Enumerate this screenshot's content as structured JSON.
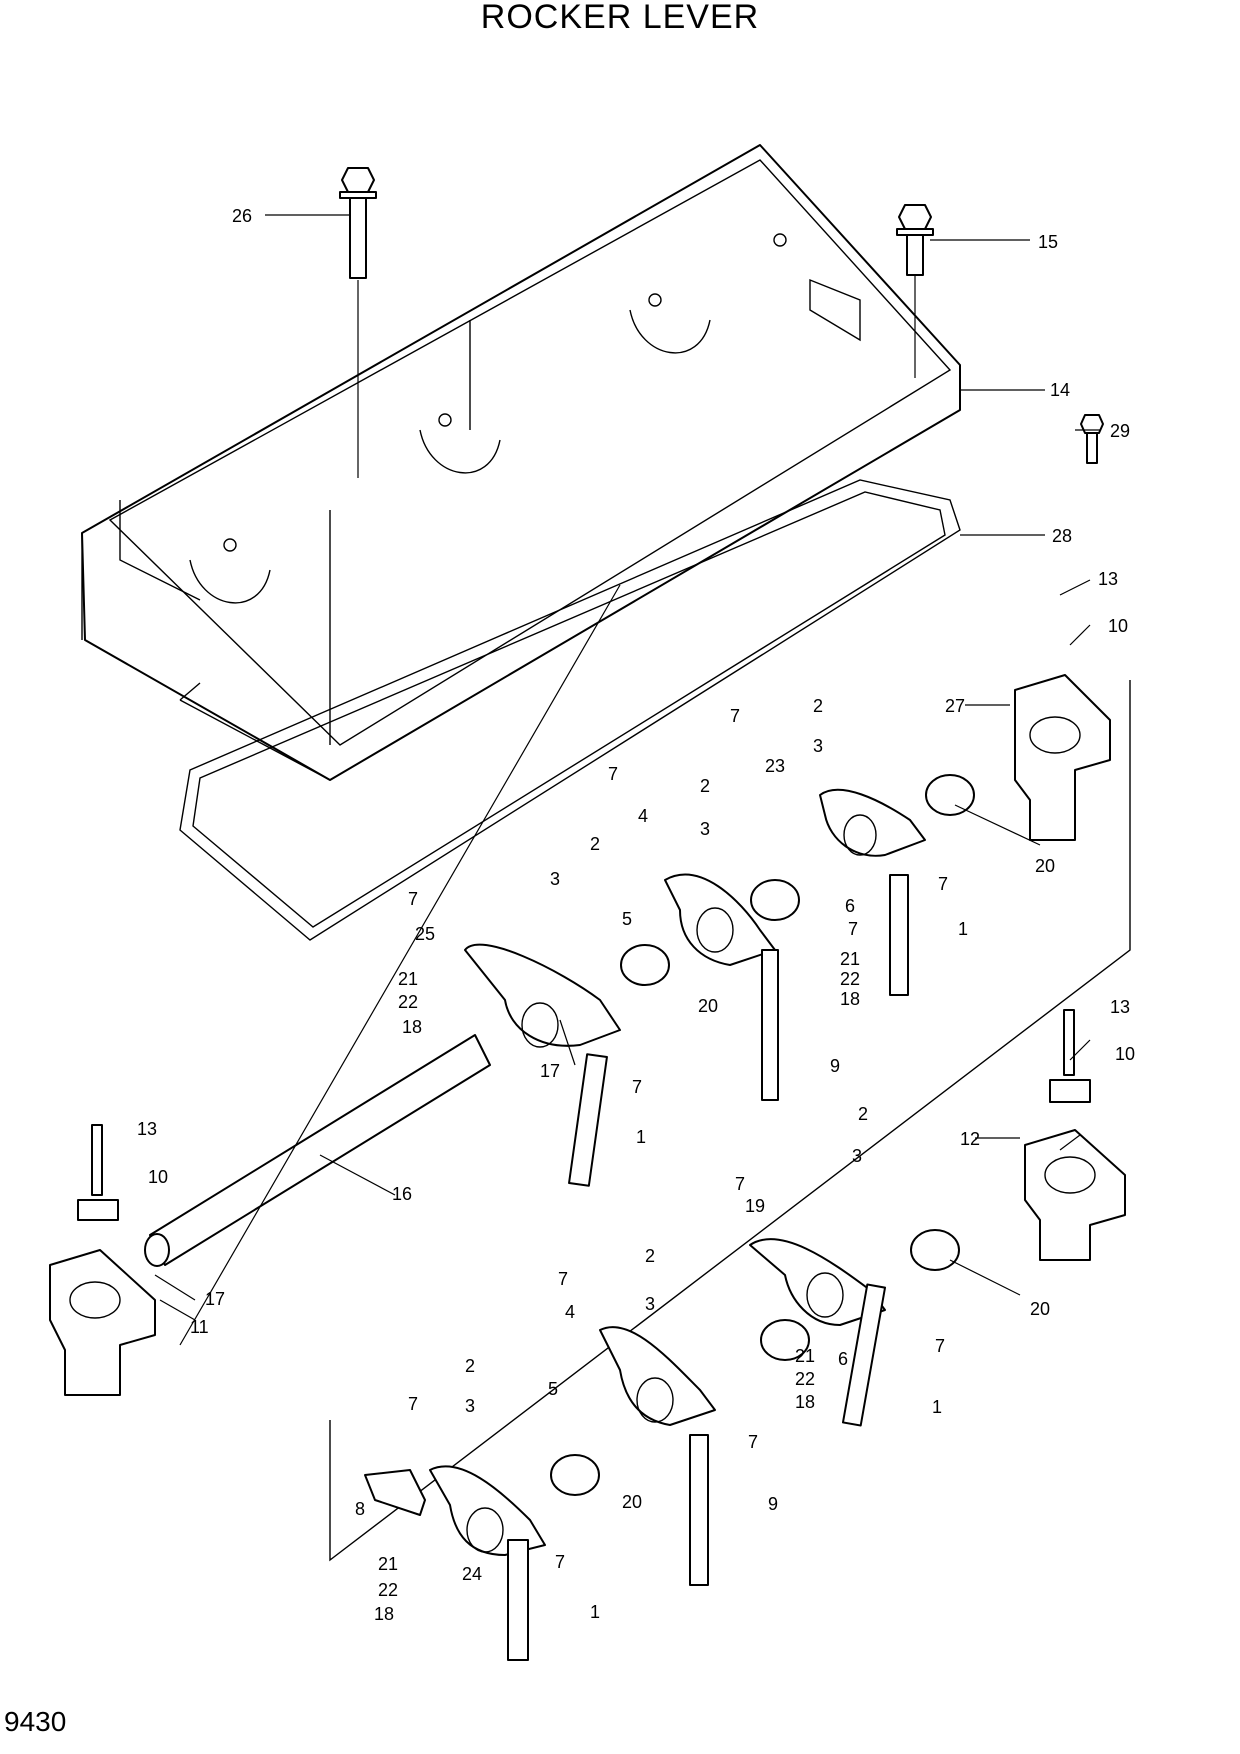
{
  "header": {
    "title": "ROCKER LEVER"
  },
  "footer": {
    "page_code": "9430"
  },
  "callouts": [
    {
      "id": "c26a",
      "label": "26"
    },
    {
      "id": "c15",
      "label": "15"
    },
    {
      "id": "c14",
      "label": "14"
    },
    {
      "id": "c29",
      "label": "29"
    },
    {
      "id": "c28",
      "label": "28"
    },
    {
      "id": "c13a",
      "label": "13"
    },
    {
      "id": "c10a",
      "label": "10"
    },
    {
      "id": "c27",
      "label": "27"
    },
    {
      "id": "c7a",
      "label": "7"
    },
    {
      "id": "c2a",
      "label": "2"
    },
    {
      "id": "c3a",
      "label": "3"
    },
    {
      "id": "c23",
      "label": "23"
    },
    {
      "id": "c2b",
      "label": "2"
    },
    {
      "id": "c7b",
      "label": "7"
    },
    {
      "id": "c4a",
      "label": "4"
    },
    {
      "id": "c3b",
      "label": "3"
    },
    {
      "id": "c20a",
      "label": "20"
    },
    {
      "id": "c7c",
      "label": "7"
    },
    {
      "id": "c2c",
      "label": "2"
    },
    {
      "id": "c3c",
      "label": "3"
    },
    {
      "id": "c6a",
      "label": "6"
    },
    {
      "id": "c7d",
      "label": "7"
    },
    {
      "id": "c5a",
      "label": "5"
    },
    {
      "id": "c1a",
      "label": "1"
    },
    {
      "id": "c7e",
      "label": "7"
    },
    {
      "id": "c25",
      "label": "25"
    },
    {
      "id": "c21a",
      "label": "21"
    },
    {
      "id": "c22a",
      "label": "22"
    },
    {
      "id": "c18a",
      "label": "18"
    },
    {
      "id": "c21b",
      "label": "21"
    },
    {
      "id": "c22b",
      "label": "22"
    },
    {
      "id": "c18b",
      "label": "18"
    },
    {
      "id": "c20b",
      "label": "20"
    },
    {
      "id": "c17a",
      "label": "17"
    },
    {
      "id": "c7f",
      "label": "7"
    },
    {
      "id": "c9a",
      "label": "9"
    },
    {
      "id": "c1b",
      "label": "1"
    },
    {
      "id": "c13b",
      "label": "13"
    },
    {
      "id": "c10b",
      "label": "10"
    },
    {
      "id": "c16",
      "label": "16"
    },
    {
      "id": "c13c",
      "label": "13"
    },
    {
      "id": "c10c",
      "label": "10"
    },
    {
      "id": "c2d",
      "label": "2"
    },
    {
      "id": "c12",
      "label": "12"
    },
    {
      "id": "c3d",
      "label": "3"
    },
    {
      "id": "c7g",
      "label": "7"
    },
    {
      "id": "c19",
      "label": "19"
    },
    {
      "id": "c17b",
      "label": "17"
    },
    {
      "id": "c11",
      "label": "11"
    },
    {
      "id": "c2e",
      "label": "2"
    },
    {
      "id": "c20c",
      "label": "20"
    },
    {
      "id": "c7h",
      "label": "7"
    },
    {
      "id": "c3e",
      "label": "3"
    },
    {
      "id": "c4b",
      "label": "4"
    },
    {
      "id": "c7i",
      "label": "7"
    },
    {
      "id": "c21c",
      "label": "21"
    },
    {
      "id": "c22c",
      "label": "22"
    },
    {
      "id": "c6b",
      "label": "6"
    },
    {
      "id": "c18c",
      "label": "18"
    },
    {
      "id": "c2f",
      "label": "2"
    },
    {
      "id": "c5b",
      "label": "5"
    },
    {
      "id": "c1c",
      "label": "1"
    },
    {
      "id": "c3f",
      "label": "3"
    },
    {
      "id": "c7j",
      "label": "7"
    },
    {
      "id": "c7k",
      "label": "7"
    },
    {
      "id": "c20d",
      "label": "20"
    },
    {
      "id": "c9b",
      "label": "9"
    },
    {
      "id": "c8",
      "label": "8"
    },
    {
      "id": "c24",
      "label": "24"
    },
    {
      "id": "c7l",
      "label": "7"
    },
    {
      "id": "c21d",
      "label": "21"
    },
    {
      "id": "c22d",
      "label": "22"
    },
    {
      "id": "c18d",
      "label": "18"
    },
    {
      "id": "c1d",
      "label": "1"
    }
  ]
}
